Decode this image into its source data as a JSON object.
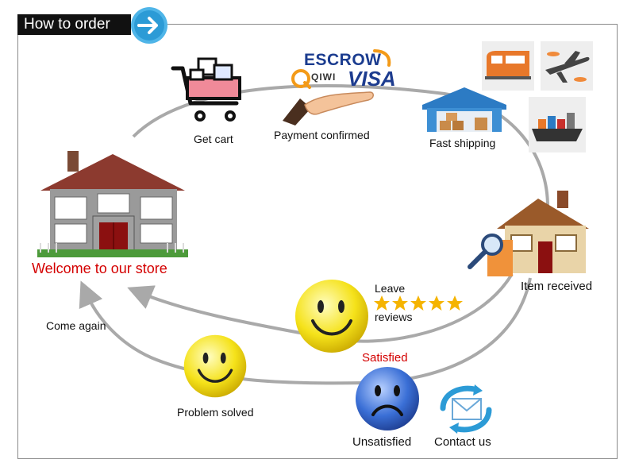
{
  "header": {
    "title": "How to order"
  },
  "steps": {
    "store": "Welcome to our store",
    "cart": "Get cart",
    "payment": "Payment confirmed",
    "shipping": "Fast shipping",
    "received": "Item received",
    "reviews_line1": "Leave",
    "reviews_line2": "reviews",
    "satisfied": "Satisfied",
    "unsatisfied": "Unsatisfied",
    "contact": "Contact us",
    "solved": "Problem solved",
    "come_again": "Come again"
  },
  "payment_logos": {
    "escrow": "ESCROW",
    "qiwi": "QIWI",
    "visa": "VISA"
  },
  "colors": {
    "accent_red": "#d40000",
    "arrow_gray": "#a9a9a9",
    "header_bg": "#111111",
    "arrow_blue": "#4fb5e8"
  },
  "rating": {
    "stars": 5,
    "max": 5
  }
}
